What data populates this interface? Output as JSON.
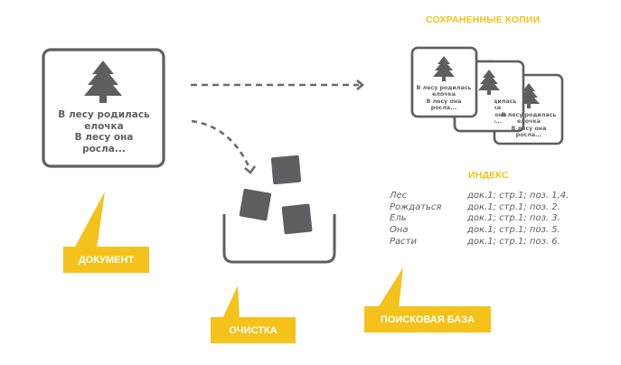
{
  "document": {
    "text_lines": [
      "В лесу родилась",
      "елочка",
      "В лесу она",
      "росла..."
    ],
    "label": "ДОКУМЕНТ"
  },
  "saved_copies": {
    "title": "СОХРАНЕННЫЕ КОПИИ",
    "count": 3,
    "text_lines": [
      "В лесу родилась",
      "елочка",
      "В лесу она",
      "росла..."
    ]
  },
  "cleaning": {
    "label": "ОЧИСТКА",
    "fragment_count": 3
  },
  "index": {
    "title": "ИНДЕКС",
    "rows": [
      {
        "term": "Лес",
        "location": "док.1; стр.1; поз. 1,4."
      },
      {
        "term": "Рождаться",
        "location": "док.1; стр.1; поз. 2."
      },
      {
        "term": "Ель",
        "location": "док.1; стр.1; поз. 3."
      },
      {
        "term": "Она",
        "location": "док.1; стр.1; поз. 5."
      },
      {
        "term": "Расти",
        "location": "док.1; стр.1; поз. 6."
      }
    ]
  },
  "search_base": {
    "label": "ПОИСКОВАЯ БАЗА"
  },
  "icons": {
    "document_icon": "tree-icon",
    "arrow_to_copies": "dashed-arrow-right-icon",
    "arrow_to_cleaning": "dashed-curved-arrow-icon",
    "bin": "bin-icon"
  },
  "colors": {
    "accent_yellow": "#f5c21b",
    "stroke_gray": "#5f5f61",
    "background": "#ffffff"
  }
}
